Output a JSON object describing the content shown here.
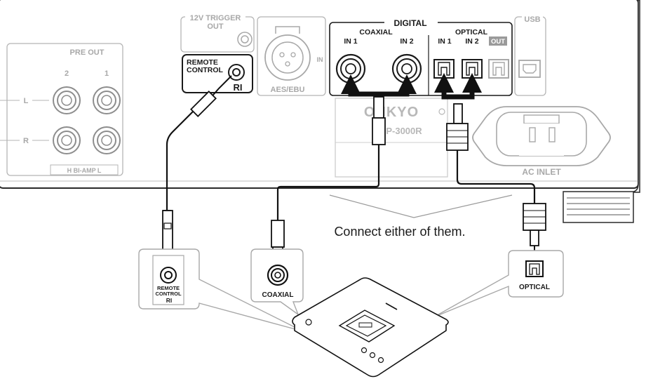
{
  "panel": {
    "pre_out": "PRE OUT",
    "pre_out_ch2": "2",
    "pre_out_ch1": "1",
    "ch_left": "L",
    "ch_right": "R",
    "biamp": "H  BI-AMP  L",
    "trigger_line1": "12V TRIGGER",
    "trigger_line2": "OUT",
    "remote_line1": "REMOTE",
    "remote_line2": "CONTROL",
    "ri": "RI",
    "aes_ebu": "AES/EBU",
    "aes_in": "IN",
    "digital": "DIGITAL",
    "coaxial": "COAXIAL",
    "optical": "OPTICAL",
    "coax_in1": "IN 1",
    "coax_in2": "IN 2",
    "opt_in1": "IN 1",
    "opt_in2": "IN 2",
    "opt_out": "OUT",
    "usb": "USB",
    "ac_inlet": "AC INLET",
    "brand": "ONKYO",
    "model": "P-3000R"
  },
  "callouts": {
    "instruction": "Connect either of them.",
    "remote_line1": "REMOTE",
    "remote_line2": "CONTROL",
    "ri": "RI",
    "coaxial": "COAXIAL",
    "optical": "OPTICAL"
  }
}
